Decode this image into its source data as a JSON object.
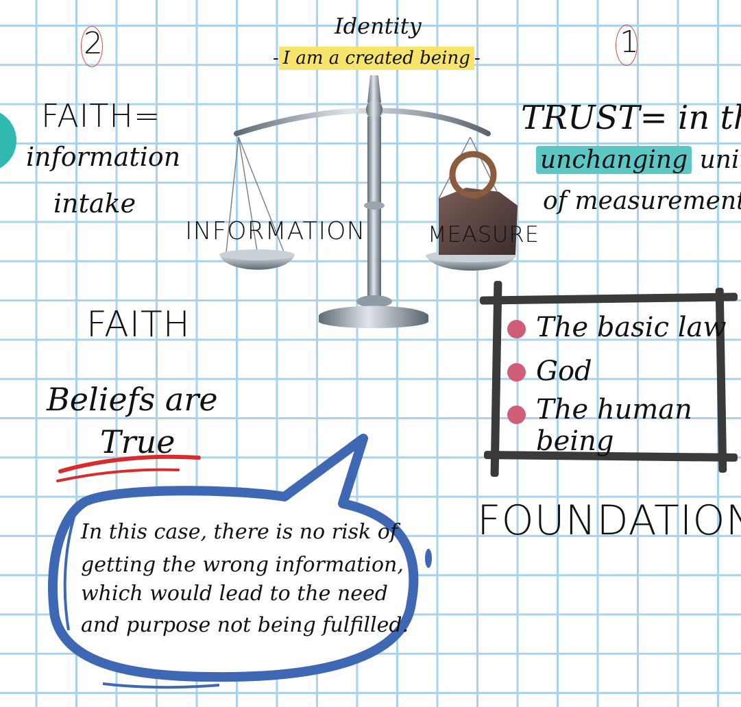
{
  "identity": {
    "title": "Identity",
    "prefix": "-",
    "highlight": "I am a created being",
    "suffix": "-"
  },
  "steps": {
    "left_number": "2",
    "right_number": "1"
  },
  "faith_block": {
    "lead": "FAITH=",
    "line1": "information",
    "line2": "intake"
  },
  "trust_block": {
    "lead": "TRUST= in the",
    "highlight": "unchanging",
    "line1_rest": "unit",
    "line2": "of measurement"
  },
  "scale": {
    "left_label": "INFORMATION",
    "right_label": "MEASURE"
  },
  "faith_heading": "FAITH",
  "beliefs": {
    "line1": "Beliefs are",
    "line2": "True"
  },
  "foundation": {
    "items": [
      {
        "line1": "The basic law",
        "line2": ""
      },
      {
        "line1": "God",
        "line2": ""
      },
      {
        "line1": "The human",
        "line2": "being"
      }
    ],
    "heading": "FOUNDATION"
  },
  "speech_bubble": {
    "lines": [
      "In this case, there is no risk of",
      "getting the wrong information,",
      "which would lead to the need",
      "and purpose not being fulfilled."
    ]
  },
  "colors": {
    "grid": "#a9d2ec",
    "highlight_yellow": "#f7e46a",
    "highlight_teal": "#5cc7c4",
    "bullet": "#cf5e79",
    "bubble": "#3f68b4",
    "underline": "#d92b2b",
    "frame": "#3a3a3a"
  }
}
